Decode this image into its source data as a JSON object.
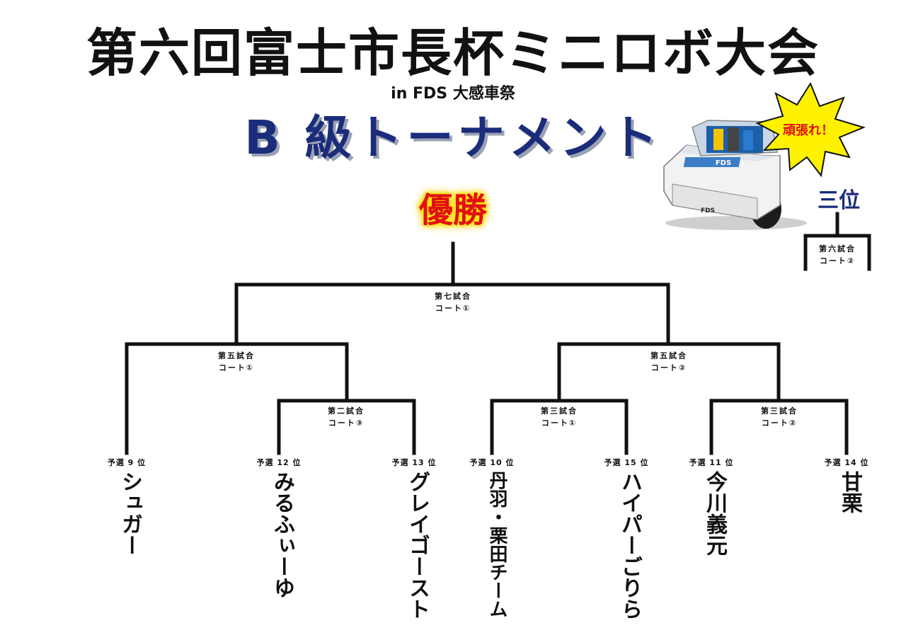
{
  "header": {
    "title": "第六回富士市長杯ミニロボ大会",
    "subtitle": "in FDS 大感車祭",
    "heading": "B 級トーナメント",
    "champion_label": "優勝",
    "third_place_label": "三位",
    "burst_text": "頑張れ！",
    "robot_logo": "FDS"
  },
  "matches": {
    "final": {
      "name": "第七試合",
      "court": "コート①"
    },
    "third_place": {
      "name": "第六試合",
      "court": "コート②"
    },
    "semi_left": {
      "name": "第五試合",
      "court": "コート①"
    },
    "semi_right": {
      "name": "第五試合",
      "court": "コート②"
    },
    "r1_a": {
      "name": "第二試合",
      "court": "コート③"
    },
    "r1_b": {
      "name": "第三試合",
      "court": "コート①"
    },
    "r1_c": {
      "name": "第三試合",
      "court": "コート②"
    }
  },
  "teams": [
    {
      "seed": "予選 9 位",
      "name": "シュガー"
    },
    {
      "seed": "予選 12 位",
      "name": "みるふぃーゆ"
    },
    {
      "seed": "予選 13 位",
      "name": "グレイゴースト"
    },
    {
      "seed": "予選 10 位",
      "name": "丹羽・栗田チーム"
    },
    {
      "seed": "予選 15 位",
      "name": "ハイパーごりら"
    },
    {
      "seed": "予選 11 位",
      "name": "今川義元"
    },
    {
      "seed": "予選 14 位",
      "name": "甘栗"
    }
  ],
  "colors": {
    "heading": "#1a2c7a",
    "champion": "#e01010",
    "champion_glow": "#ffe500",
    "burst": "#fff200",
    "burst_text": "#e01010",
    "bracket": "#111111"
  }
}
